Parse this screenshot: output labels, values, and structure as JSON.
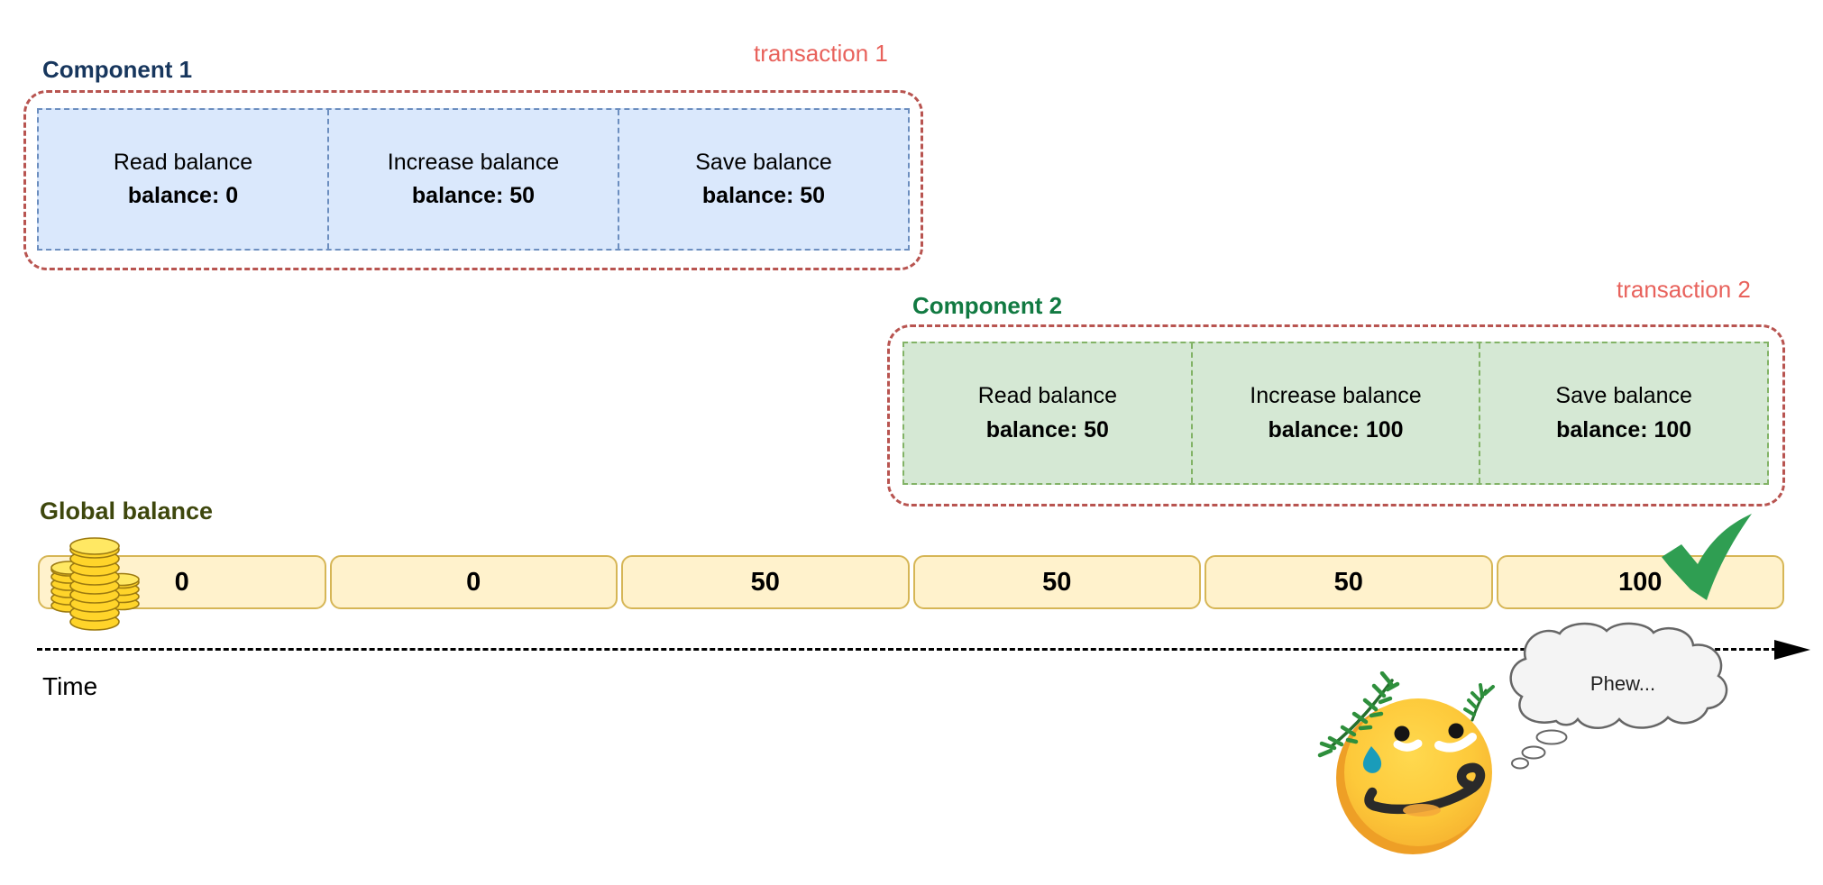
{
  "components": [
    {
      "name": "Component 1",
      "transaction_label": "transaction 1",
      "steps": [
        {
          "action": "Read balance",
          "balance": "balance: 0"
        },
        {
          "action": "Increase balance",
          "balance": "balance: 50"
        },
        {
          "action": "Save balance",
          "balance": "balance: 50"
        }
      ]
    },
    {
      "name": "Component 2",
      "transaction_label": "transaction 2",
      "steps": [
        {
          "action": "Read balance",
          "balance": "balance: 50"
        },
        {
          "action": "Increase balance",
          "balance": "balance: 100"
        },
        {
          "action": "Save balance",
          "balance": "balance: 100"
        }
      ]
    }
  ],
  "global_balance": {
    "label": "Global balance",
    "values": [
      "0",
      "0",
      "50",
      "50",
      "50",
      "100"
    ]
  },
  "time_axis": {
    "label": "Time"
  },
  "thought_bubble": {
    "text": "Phew..."
  },
  "icons": {
    "coins": "coin-stack-icon",
    "checkmark": "green-checkmark-icon",
    "emoji": "relieved-sweat-laurel-emoji-icon",
    "thought_cloud": "thought-cloud-icon"
  },
  "colors": {
    "transaction_border": "#b85450",
    "transaction_label": "#e8625c",
    "component1_label": "#17365d",
    "component1_fill": "#dae8fc",
    "component1_border": "#6c8ebf",
    "component2_label": "#127a42",
    "component2_fill": "#d5e8d4",
    "component2_border": "#82b366",
    "timeline_fill": "#fff2cc",
    "timeline_border": "#d6b656",
    "global_balance_label": "#3e470d",
    "checkmark_green": "#2f9e52",
    "axis_black": "#000000"
  }
}
